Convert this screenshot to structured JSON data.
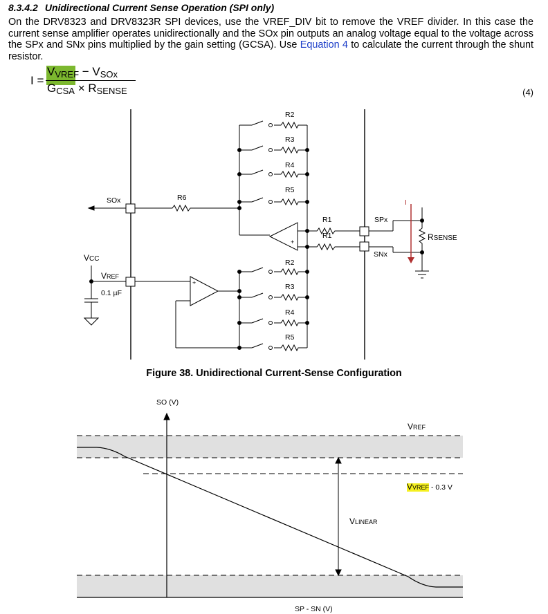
{
  "section": {
    "number": "8.3.4.2",
    "title": "Unidirectional Current Sense Operation (SPI only)"
  },
  "paragraph": {
    "text_before_link": "On the DRV8323 and DRV8323R SPI devices, use the VREF_DIV bit to remove the VREF divider. In this case the current sense amplifier operates unidirectionally and the SOx pin outputs an analog voltage equal to the voltage across the SPx and SNx pins multiplied by the gain setting (GCSA). Use",
    "link_text": "Equation 4",
    "text_after_link": "to calculate the current through the shunt resistor."
  },
  "equation": {
    "lhs": "I =",
    "numerator_v": "V",
    "numerator_vref_sub": "VREF",
    "numerator_minus": " − V",
    "numerator_sox_sub": "SOx",
    "denominator_g": "G",
    "denominator_csa_sub": "CSA",
    "denominator_times": " × R",
    "denominator_sense_sub": "SENSE",
    "number": "(4)",
    "highlight_color": "#7cb82f"
  },
  "figure38": {
    "caption": "Figure 38. Unidirectional Current-Sense Configuration",
    "labels": {
      "r2_top": "R2",
      "r3_top": "R3",
      "r4_top": "R4",
      "r5_top": "R5",
      "r6": "R6",
      "sox": "SOx",
      "r1_a": "R1",
      "r1_b": "R1",
      "spx": "SPx",
      "snx": "SNx",
      "i": "I",
      "rsense_r": "R",
      "rsense_sub": "SENSE",
      "vcc_v": "V",
      "vcc_sub": "CC",
      "vref_v": "V",
      "vref_sub": "REF",
      "cap": "0.1 µF",
      "plus_top": "+",
      "plus_bottom": "+",
      "r2_bot": "R2",
      "r3_bot": "R3",
      "r4_bot": "R4",
      "r5_bot": "R5"
    }
  },
  "figure_graph": {
    "y_axis_label": "SO (V)",
    "x_axis_label": "SP - SN (V)",
    "vref_v": "V",
    "vref_sub": "REF",
    "vref_minus_v": "V",
    "vref_minus_sub": "VREF",
    "vref_minus_rest": " - 0.3 V",
    "vlinear_v": "V",
    "vlinear_sub": "LINEAR",
    "band_color": "#e0e0e0",
    "highlight_color": "#f5f020",
    "arrow_color": "#b03030"
  }
}
